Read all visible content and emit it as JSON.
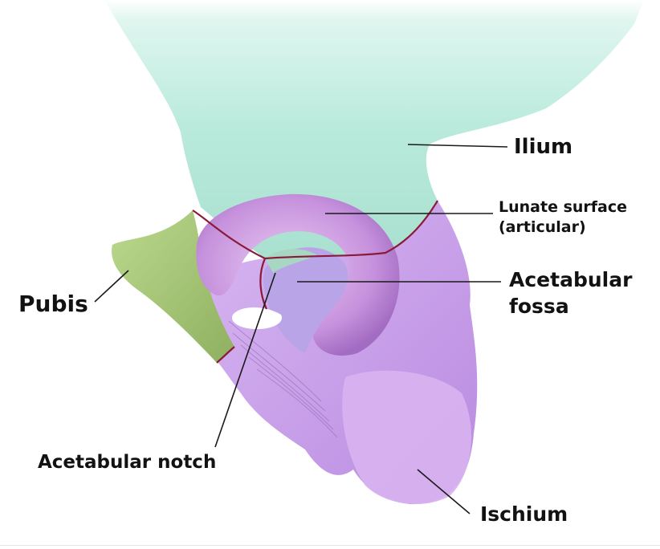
{
  "figure": {
    "labels": {
      "ilium": "Ilium",
      "lunate_line1": "Lunate surface",
      "lunate_line2": "(articular)",
      "fossa_line1": "Acetabular",
      "fossa_line2": "fossa",
      "pubis": "Pubis",
      "notch": "Acetabular notch",
      "ischium": "Ischium"
    },
    "colors": {
      "ilium": "#b9eadc",
      "lunate": "#c79ee0",
      "fossa": "#b5a6e6",
      "ischium": "#c9a2ea",
      "pubis": "#a8c878",
      "suture": "#8a1a3a",
      "leader": "#1a1a1a"
    }
  }
}
